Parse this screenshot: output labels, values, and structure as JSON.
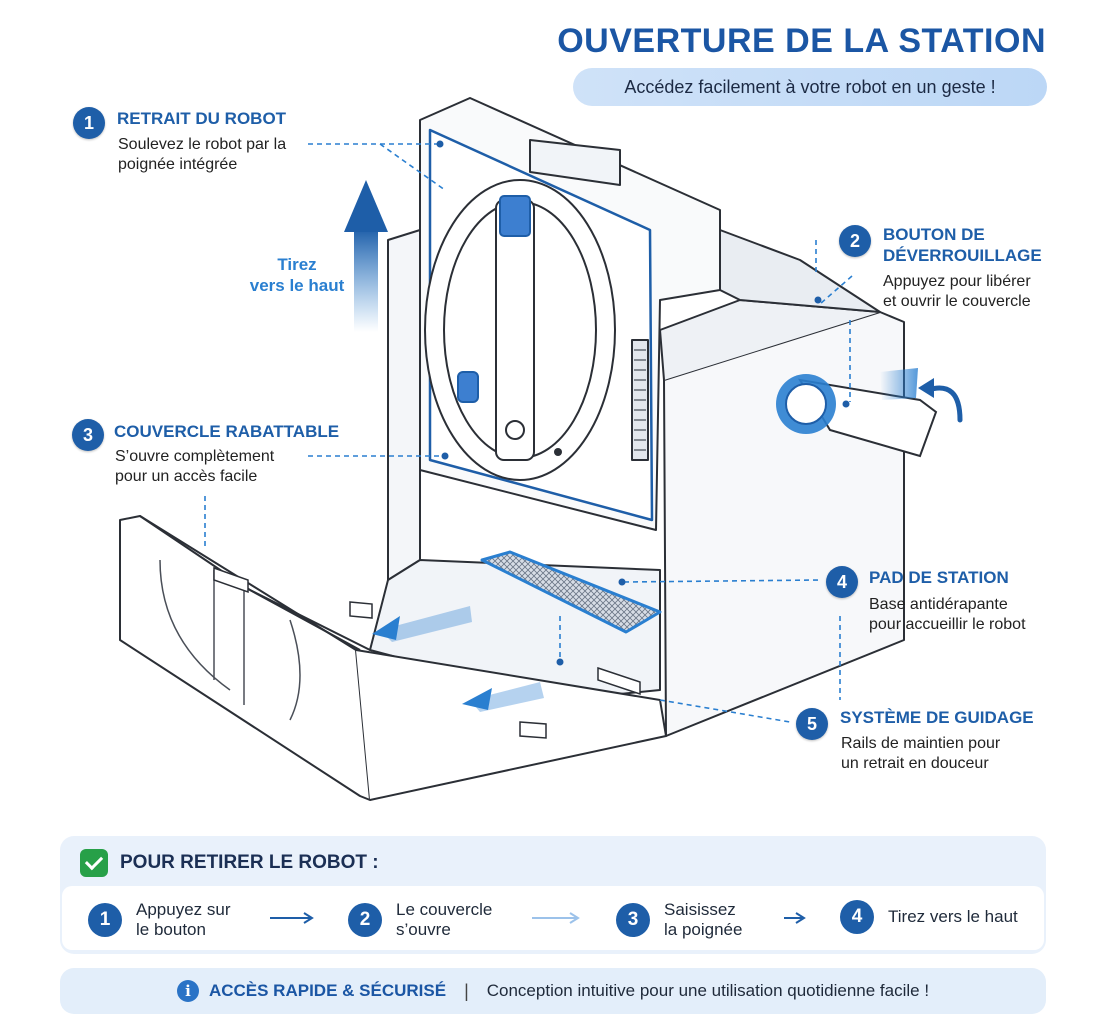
{
  "title": "OUVERTURE DE LA STATION",
  "subtitle": "Accédez facilement à votre robot en un geste !",
  "pull_label": "Tirez\nvers le haut",
  "callouts": [
    {
      "num": "1",
      "title": "RETRAIT DU ROBOT",
      "desc": "Soulevez le robot par la\npoignée intégrée"
    },
    {
      "num": "2",
      "title": "BOUTON DE\nDÉVERROUILLAGE",
      "desc": "Appuyez pour libérer\net ouvrir le couvercle"
    },
    {
      "num": "3",
      "title": "COUVERCLE RABATTABLE",
      "desc": "S’ouvre complètement\npour un accès facile"
    },
    {
      "num": "4",
      "title": "PAD DE STATION",
      "desc": "Base antidérapante\npour accueillir le robot"
    },
    {
      "num": "5",
      "title": "SYSTÈME DE GUIDAGE",
      "desc": "Rails de maintien pour\nun retrait en douceur"
    }
  ],
  "instructions": {
    "title": "POUR RETIRER LE ROBOT :",
    "steps": [
      {
        "num": "1",
        "text": "Appuyez sur\nle bouton"
      },
      {
        "num": "2",
        "text": "Le couvercle\ns’ouvre"
      },
      {
        "num": "3",
        "text": "Saisissez\nla poignée"
      },
      {
        "num": "4",
        "text": "Tirez vers le haut"
      }
    ]
  },
  "footer": {
    "title": "ACCÈS RAPIDE & SÉCURISÉ",
    "separator": "|",
    "text": "Conception intuitive pour une utilisation quotidienne facile !"
  },
  "colors": {
    "accent": "#1e5ea8",
    "highlight": "#2a7fd0",
    "success": "#27a048"
  }
}
